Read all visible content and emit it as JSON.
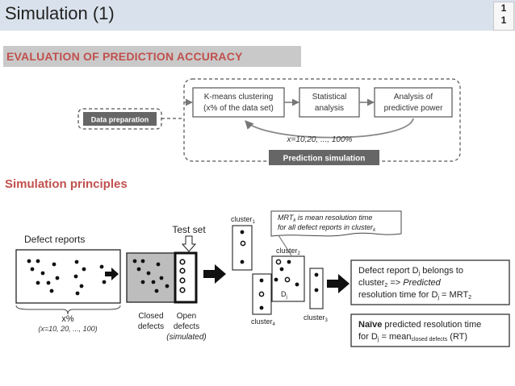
{
  "slide": {
    "title": "Simulation (1)",
    "page_number": [
      "1",
      "1"
    ],
    "section_heading": "EVALUATION OF PREDICTION ACCURACY",
    "subsection_heading": "Simulation principles"
  },
  "flow": {
    "data_preparation": "Data preparation",
    "kmeans": [
      "K-means clustering",
      "(x% of the data set)"
    ],
    "statistical": [
      "Statistical",
      "analysis"
    ],
    "predictive": [
      "Analysis of",
      "predictive power"
    ],
    "loop_values": "x=10,20, ..., 100%",
    "prediction_simulation": "Prediction simulation"
  },
  "principles": {
    "defect_reports": "Defect reports",
    "x_percent": "x%",
    "x_values": "(x=10, 20, ..., 100)",
    "test_set": "Test set",
    "closed_defects": [
      "Closed",
      "defects"
    ],
    "open_defects": [
      "Open",
      "defects"
    ],
    "simulated": "(simulated)",
    "cluster1": {
      "base": "cluster",
      "sub": "1"
    },
    "cluster2": {
      "base": "cluster",
      "sub": "2"
    },
    "cluster3": {
      "base": "cluster",
      "sub": "3"
    },
    "cluster4": {
      "base": "cluster",
      "sub": "4"
    },
    "dj": {
      "base": "D",
      "sub": "j"
    },
    "mrt_note": {
      "l1_a": "MRT",
      "l1_sub": "k",
      "l1_b": " is mean resolution time",
      "l2_a": "for all defect reports in cluster",
      "l2_sub": "k"
    },
    "result1": {
      "l1_a": "Defect report D",
      "l1_sub": "j",
      "l1_b": " belongs to",
      "l2_a": "cluster",
      "l2_sub": "2",
      "l2_b": " => ",
      "l2_c": "Predicted",
      "l3_a": "resolution time for D",
      "l3_sub": "j",
      "l3_b": " = MRT",
      "l3_sub2": "2"
    },
    "result2": {
      "l1_a": "Naïve",
      "l1_b": " predicted resolution time",
      "l2_a": "for D",
      "l2_sub": "j",
      "l2_b": " = mean",
      "l2_sub2": "closed defects",
      "l2_c": " (RT)"
    }
  }
}
